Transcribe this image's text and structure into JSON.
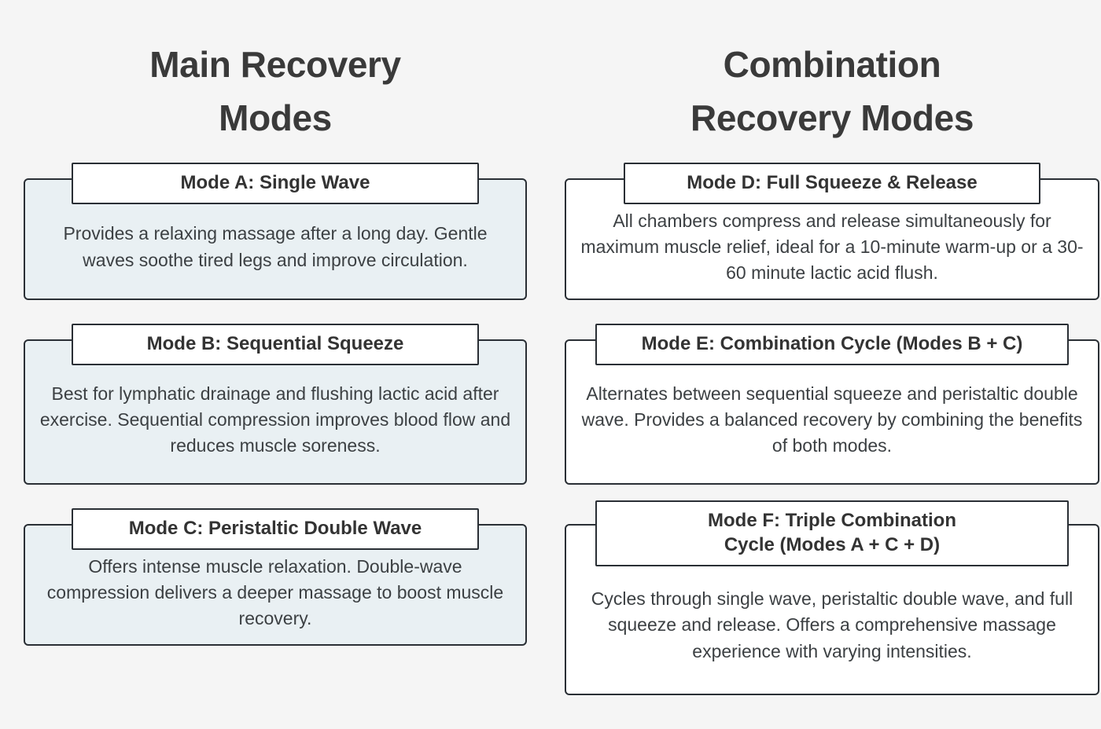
{
  "background_color": "#f5f5f5",
  "columns": [
    {
      "heading": "Main Recovery Modes",
      "card_style": "tinted",
      "cards": [
        {
          "title": "Mode A: Single Wave",
          "body": "Provides a relaxing massage after a long day. Gentle waves soothe tired legs and improve circulation."
        },
        {
          "title": "Mode B: Sequential Squeeze",
          "body": "Best for lymphatic drainage and flushing lactic acid after exercise. Sequential compression improves blood flow and reduces muscle soreness."
        },
        {
          "title": "Mode C: Peristaltic Double Wave",
          "body": "Offers intense muscle relaxation. Double-wave compression delivers a deeper massage to boost muscle recovery."
        }
      ]
    },
    {
      "heading": "Combination Recovery Modes",
      "card_style": "plain",
      "cards": [
        {
          "title": "Mode D: Full Squeeze & Release",
          "body": "All chambers compress and release simultaneously for maximum muscle relief, ideal for a 10-minute warm-up or a 30-60 minute lactic acid flush."
        },
        {
          "title": "Mode E: Combination Cycle (Modes B + C)",
          "body": "Alternates between sequential squeeze and peristaltic double wave. Provides a balanced recovery by combining the benefits of both modes."
        },
        {
          "title": "Mode F: Triple Combination\nCycle (Modes A + C + D)",
          "body": "Cycles through single wave, peristaltic double wave, and full squeeze and release. Offers a comprehensive massage experience with varying intensities."
        }
      ]
    }
  ],
  "colors": {
    "card_tint": "#e9f0f3",
    "card_plain": "#ffffff",
    "border": "#2a2f35",
    "heading_text": "#3a3a3a",
    "title_text": "#333333",
    "body_text": "#3c4043"
  }
}
